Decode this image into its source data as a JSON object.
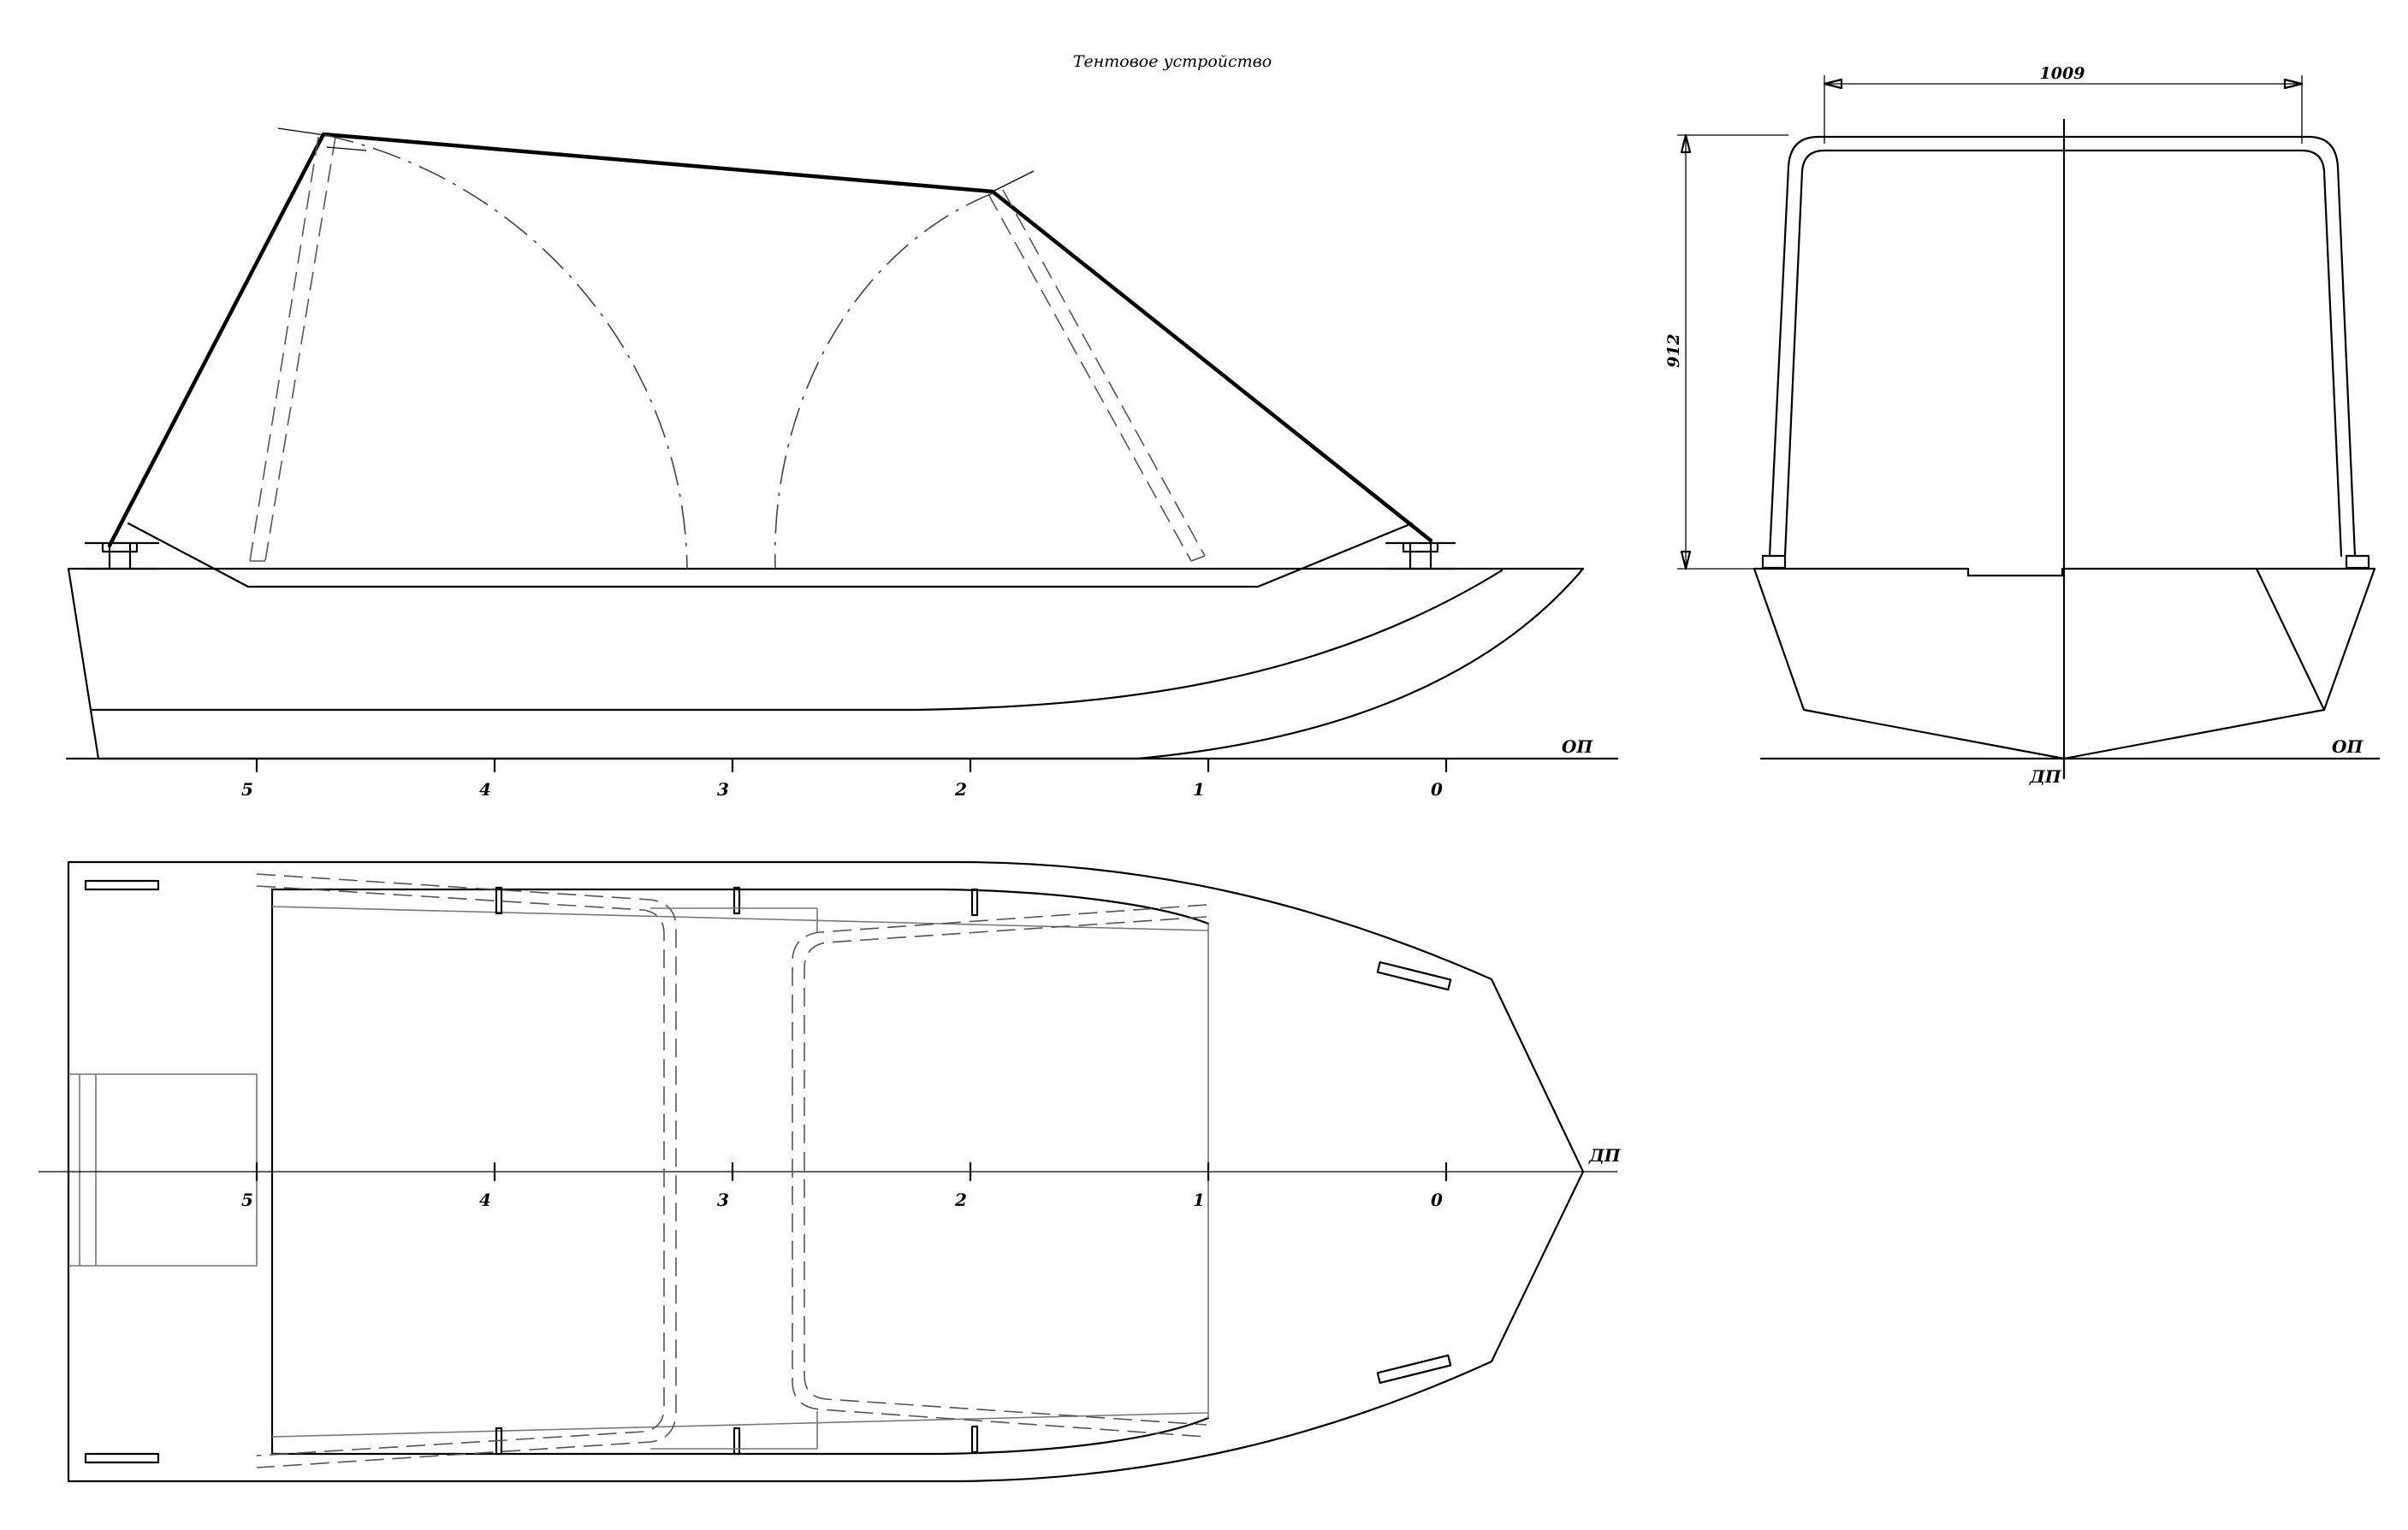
{
  "title": "Тентовое устройство",
  "dimensions": {
    "width": "1009",
    "height": "912"
  },
  "labels": {
    "op": "ОП",
    "dp": "ДП"
  },
  "stations": [
    "5",
    "4",
    "3",
    "2",
    "1",
    "0"
  ]
}
